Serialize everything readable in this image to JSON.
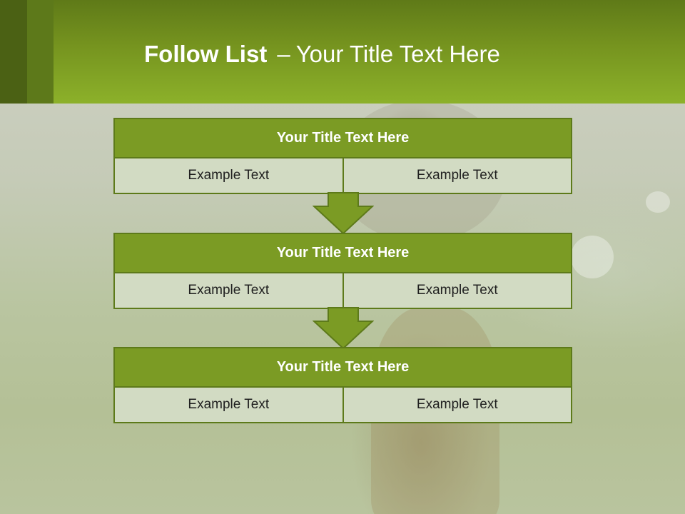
{
  "header": {
    "title_bold": "Follow List",
    "title_dash": "–",
    "title_rest": "Your Title Text Here"
  },
  "blocks": [
    {
      "title": "Your Title Text Here",
      "left": "Example Text",
      "right": "Example Text"
    },
    {
      "title": "Your Title Text Here",
      "left": "Example Text",
      "right": "Example Text"
    },
    {
      "title": "Your Title Text Here",
      "left": "Example Text",
      "right": "Example Text"
    }
  ],
  "colors": {
    "header_dark": "#4b6114",
    "header_light": "#8cb12a",
    "block_title_fill": "#7b9b24",
    "block_border": "#5d7a1a",
    "cell_fill": "#d2dbc3"
  }
}
